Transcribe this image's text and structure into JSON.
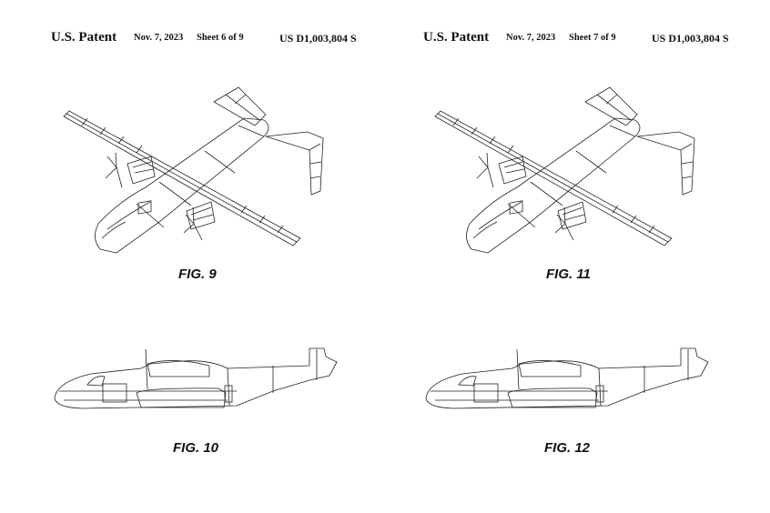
{
  "sheets": [
    {
      "title": "U.S. Patent",
      "date": "Nov. 7, 2023",
      "sheet": "Sheet 6 of 9",
      "number": "US D1,003,804 S",
      "figures": {
        "perspective": "FIG. 9",
        "side": "FIG. 10"
      }
    },
    {
      "title": "U.S. Patent",
      "date": "Nov. 7, 2023",
      "sheet": "Sheet 7 of 9",
      "number": "US D1,003,804 S",
      "figures": {
        "perspective": "FIG. 11",
        "side": "FIG. 12"
      }
    }
  ]
}
